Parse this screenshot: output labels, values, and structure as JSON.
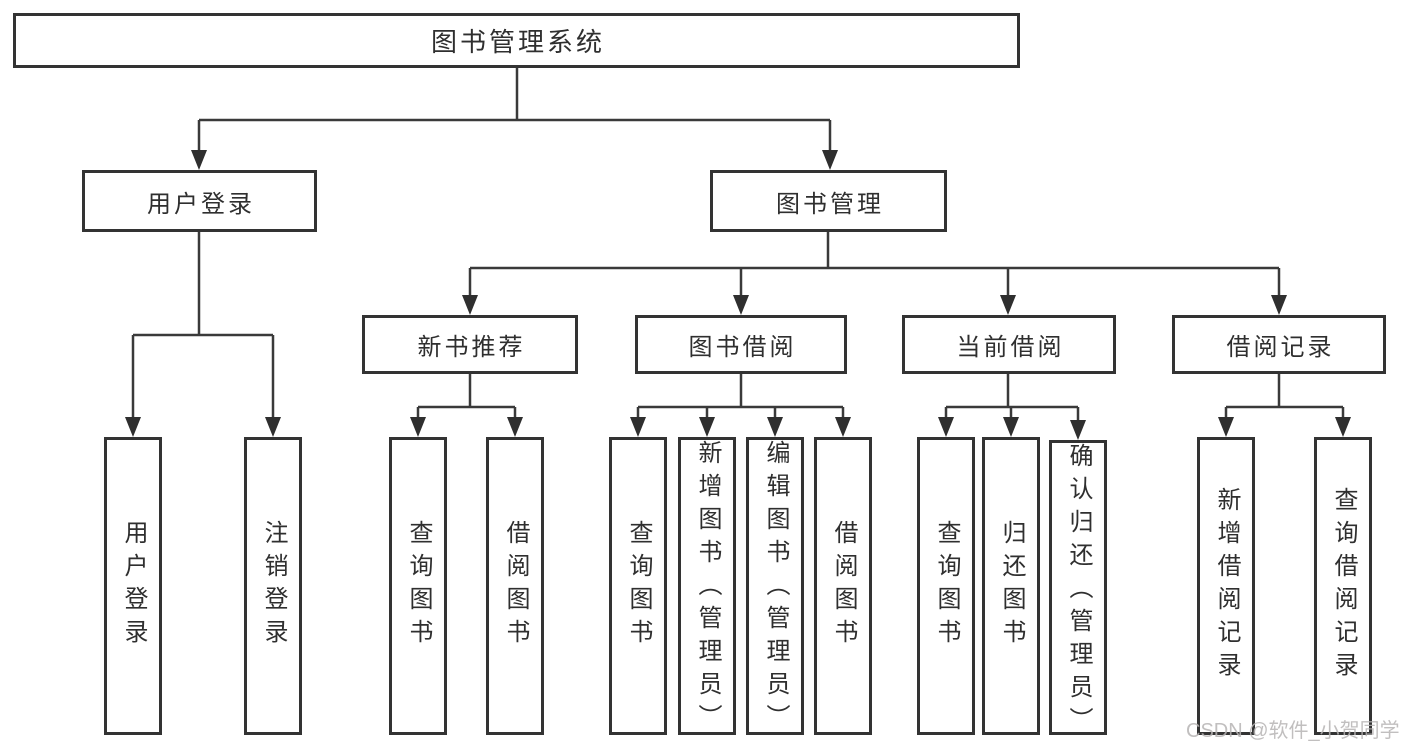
{
  "diagram": {
    "nodes": {
      "root": "图书管理系统",
      "user_login": "用户登录",
      "book_management": "图书管理",
      "new_book_recommend": "新书推荐",
      "book_borrowing": "图书借阅",
      "current_borrowing": "当前借阅",
      "borrowing_records": "借阅记录",
      "leaf_user_login": "用户登录",
      "leaf_logout": "注销登录",
      "leaf_newbook_query": "查询图书",
      "leaf_newbook_borrow": "借阅图书",
      "leaf_borrow_query": "查询图书",
      "leaf_borrow_add": "新增图书（管理员）",
      "leaf_borrow_edit": "编辑图书（管理员）",
      "leaf_borrow_lend": "借阅图书",
      "leaf_current_query": "查询图书",
      "leaf_current_return": "归还图书",
      "leaf_current_confirm": "确认归还（管理员）",
      "leaf_record_add": "新增借阅记录",
      "leaf_record_query": "查询借阅记录"
    }
  },
  "watermark": {
    "text": "CSDN @软件_小贺同学",
    "color": "#b7b4b4"
  },
  "colors": {
    "line": "#3a3a3a",
    "box_border": "#333333",
    "text": "#2f2f2f",
    "background": "#ffffff"
  }
}
